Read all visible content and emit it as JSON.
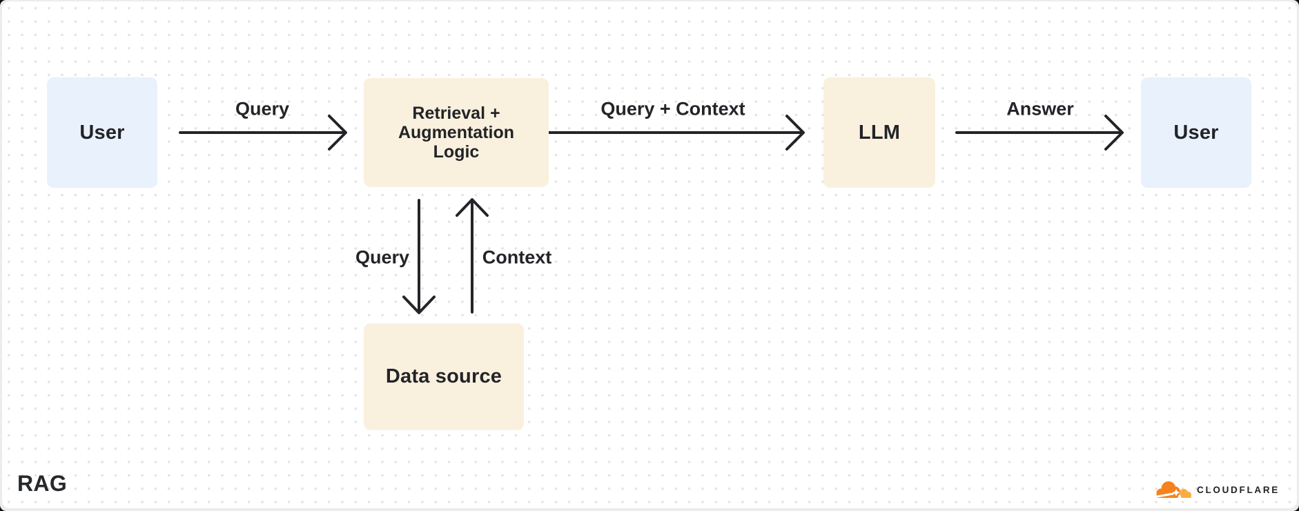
{
  "diagram": {
    "title": "RAG",
    "nodes": [
      {
        "id": "user-left",
        "label": "User",
        "type": "user"
      },
      {
        "id": "retrieval",
        "label": "Retrieval + Augmentation Logic",
        "type": "process"
      },
      {
        "id": "llm",
        "label": "LLM",
        "type": "process"
      },
      {
        "id": "user-right",
        "label": "User",
        "type": "user"
      },
      {
        "id": "data-source",
        "label": "Data source",
        "type": "process"
      }
    ],
    "edges": [
      {
        "from": "user-left",
        "to": "retrieval",
        "label": "Query"
      },
      {
        "from": "retrieval",
        "to": "llm",
        "label": "Query + Context"
      },
      {
        "from": "llm",
        "to": "user-right",
        "label": "Answer"
      },
      {
        "from": "retrieval",
        "to": "data-source",
        "label": "Query"
      },
      {
        "from": "data-source",
        "to": "retrieval",
        "label": "Context"
      }
    ],
    "colors": {
      "user_box": "#E9F1FC",
      "process_box": "#FAF0DE",
      "arrow": "#222428",
      "text": "#222428",
      "canvas": "#FFFFFF",
      "dot_grid": "#E4E2E0",
      "frame": "#ECECEC"
    }
  },
  "brand": {
    "name": "CLOUDFLARE",
    "icon": "cloudflare-cloud-icon",
    "colors": {
      "cloud": "#F6821F",
      "cloud_light": "#FBAD41"
    }
  }
}
